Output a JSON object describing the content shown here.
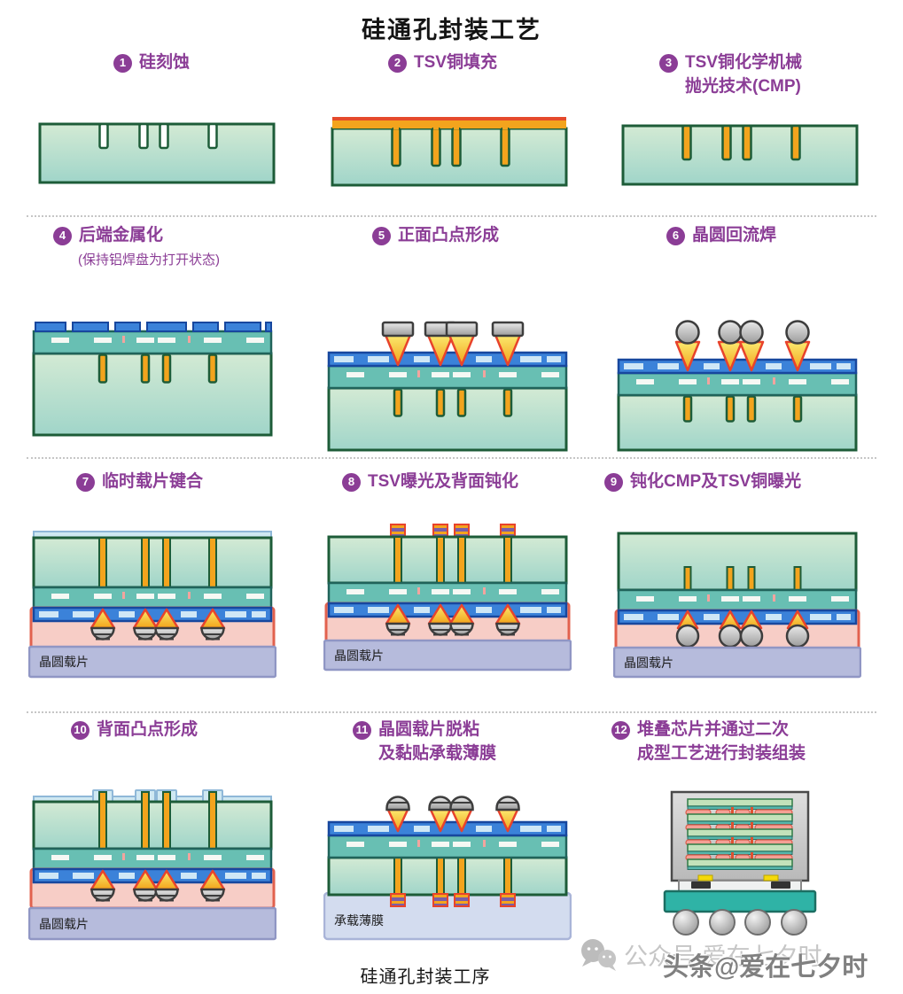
{
  "title": "硅通孔封装工艺",
  "caption": "硅通孔封装工序",
  "labels": {
    "wafer_carrier": "晶圆载片",
    "carrier_film": "承载薄膜"
  },
  "watermark": {
    "back": "公众号 爱在七夕时",
    "front": "头条@爱在七夕时",
    "icon": "wechat"
  },
  "colors": {
    "accent_purple": "#8b3d96",
    "substrate_green": "#a0d5c9",
    "substrate_border": "#1d5c38",
    "copper_orange": "#f3a41d",
    "seed_red": "#e54a2b",
    "metallization_teal": "#68bfb3",
    "passivation_blue": "#3b82d9",
    "passivation_light_blue": "#cfe7f6",
    "adhesive_pink": "#f7cdc6",
    "carrier_lavender": "#b6bbdc",
    "carrier_film_blue": "#d3dcef",
    "solder_gray": "#b9b9b9",
    "package_base_teal": "#2fb3a6"
  },
  "steps": [
    {
      "num": "1",
      "label": "硅刻蚀"
    },
    {
      "num": "2",
      "label": "TSV铜填充"
    },
    {
      "num": "3",
      "label": "TSV铜化学机械\n抛光技术(CMP)"
    },
    {
      "num": "4",
      "label": "后端金属化",
      "sub": "(保持铝焊盘为打开状态)"
    },
    {
      "num": "5",
      "label": "正面凸点形成"
    },
    {
      "num": "6",
      "label": "晶圆回流焊"
    },
    {
      "num": "7",
      "label": "临时载片键合"
    },
    {
      "num": "8",
      "label": "TSV曝光及背面钝化"
    },
    {
      "num": "9",
      "label": "钝化CMP及TSV铜曝光"
    },
    {
      "num": "10",
      "label": "背面凸点形成"
    },
    {
      "num": "11",
      "label": "晶圆载片脱粘\n及黏贴承载薄膜"
    },
    {
      "num": "12",
      "label": "堆叠芯片并通过二次\n成型工艺进行封装组装"
    }
  ]
}
